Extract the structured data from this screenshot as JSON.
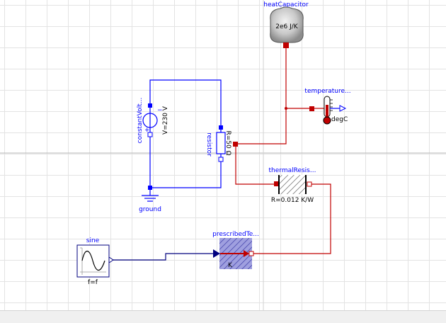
{
  "components": {
    "heatCapacitor": {
      "name": "heatCapacitor",
      "param": "2e6 J/K"
    },
    "temperatureSensor": {
      "name": "temperature...",
      "unit": "degC"
    },
    "constantVoltage": {
      "name": "constantVolt...",
      "param": "V=230 V"
    },
    "resistor": {
      "name": "resistor",
      "param": "R=50 Ω"
    },
    "thermalResistor": {
      "name": "thermalResis...",
      "param": "R=0.012 K/W"
    },
    "ground": {
      "name": "ground"
    },
    "sine": {
      "name": "sine",
      "param": "f=f"
    },
    "prescribedTemperature": {
      "name": "prescribedTe...",
      "symbol": "K"
    }
  },
  "colors": {
    "electrical": "#0000ff",
    "thermal": "#c00000",
    "signal": "#00007f",
    "grid": "#e3e3e3"
  }
}
